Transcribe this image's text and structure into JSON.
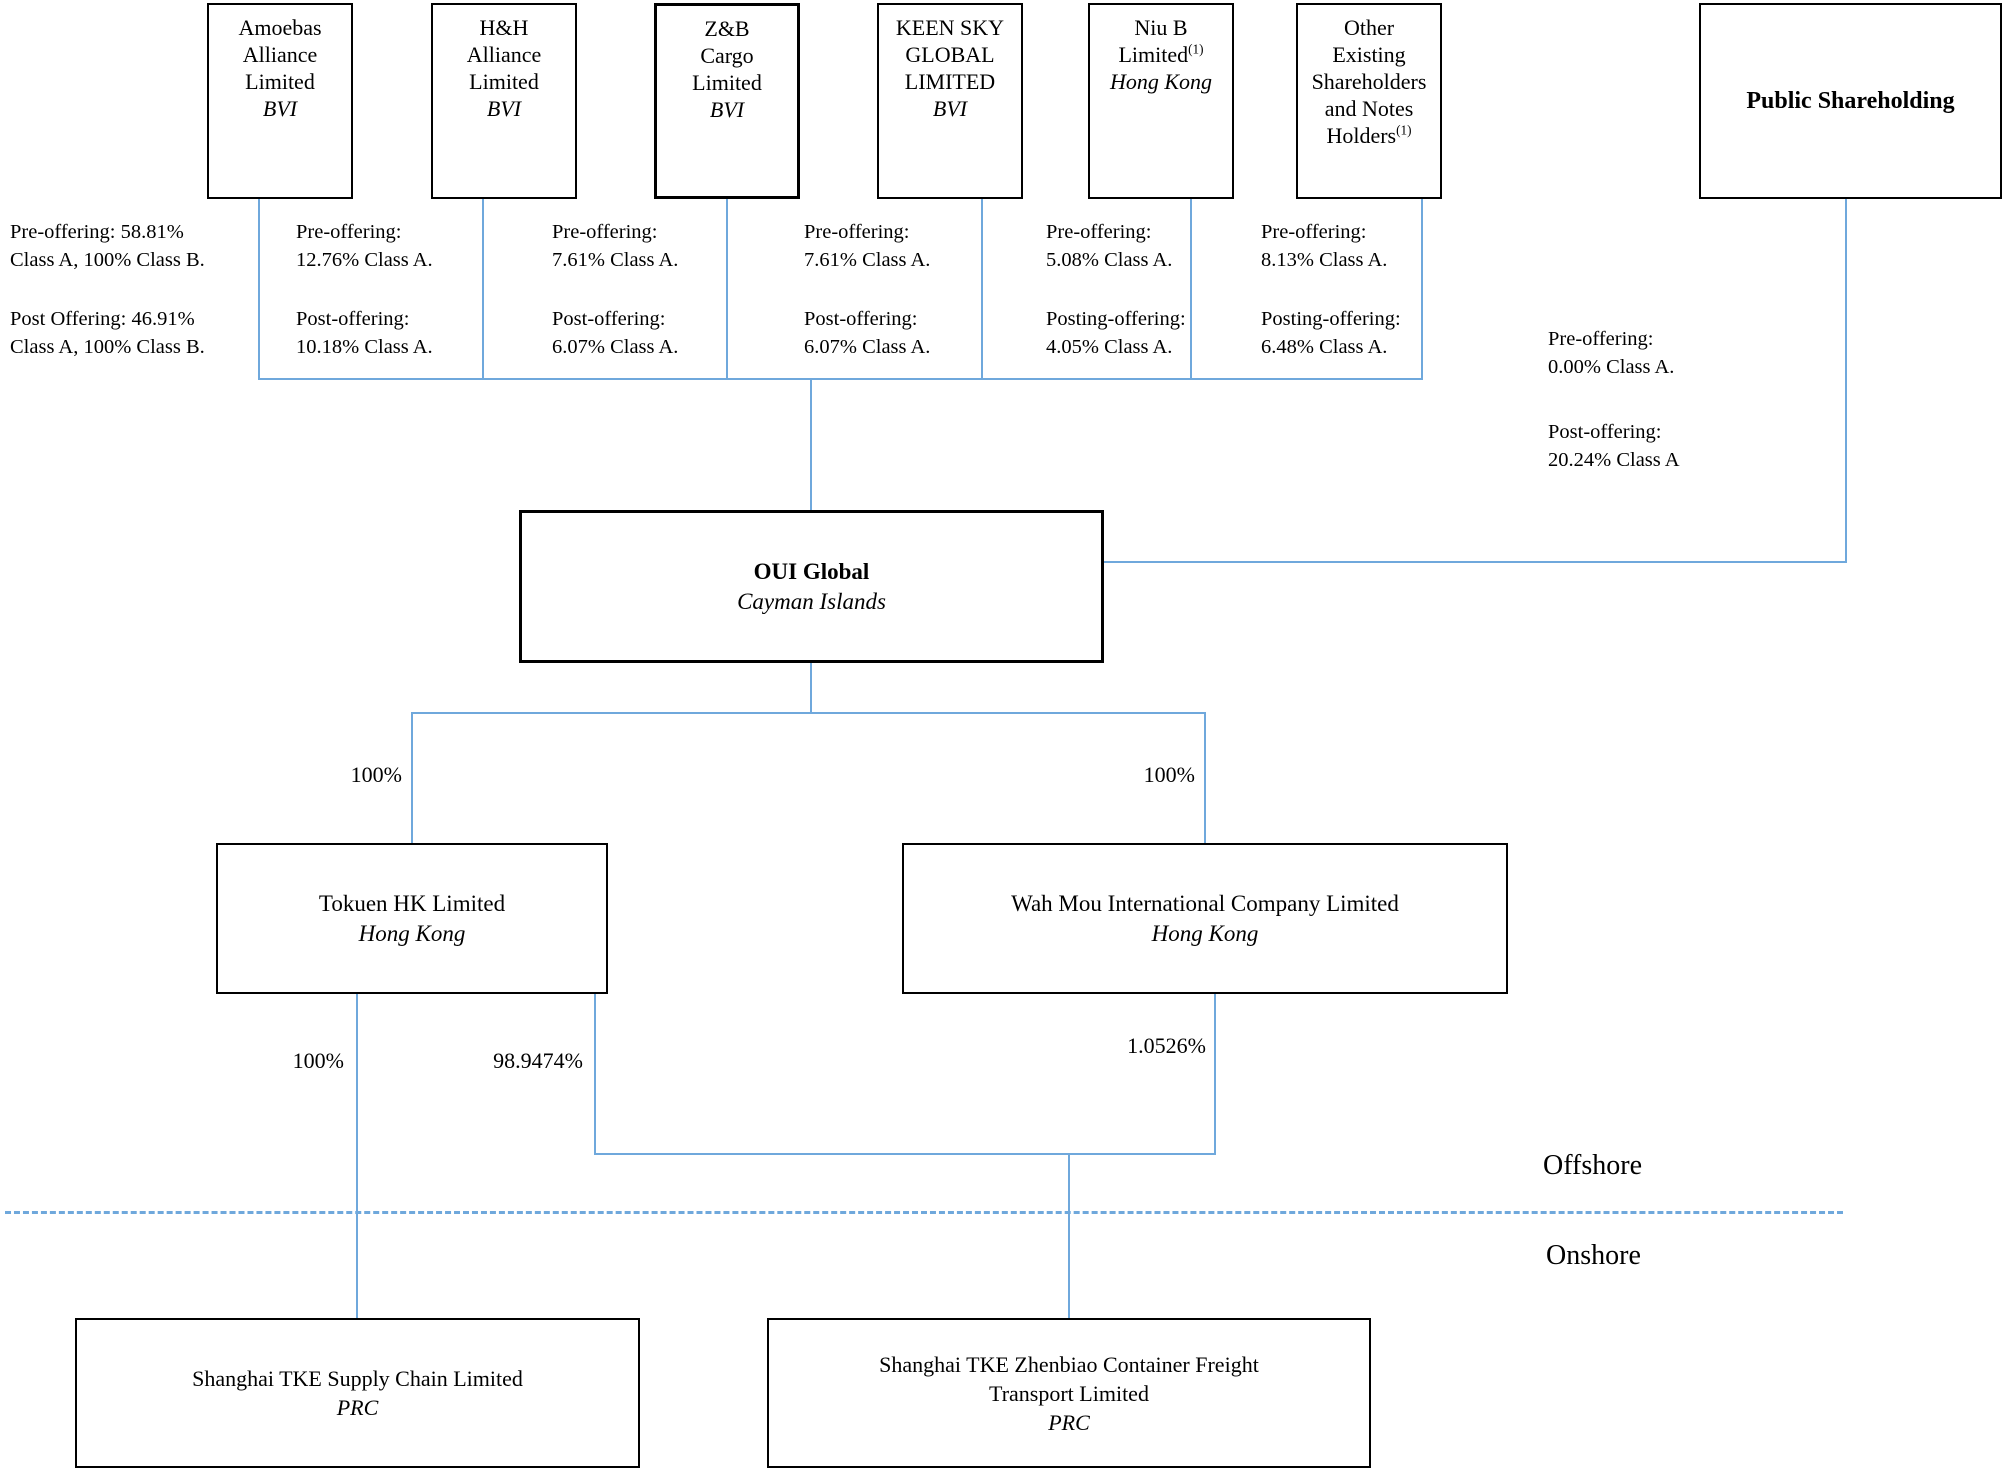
{
  "colors": {
    "line_blue": "#6FA8DC",
    "ink": "#000000",
    "background": "#FFFFFF"
  },
  "shareholders": [
    {
      "name_lines": [
        "Amoebas",
        "Alliance",
        "Limited"
      ],
      "jurisdiction": "BVI",
      "pre": [
        "Pre-offering: 58.81%",
        "Class A, 100% Class B."
      ],
      "post": [
        "Post Offering: 46.91%",
        "Class A, 100% Class B."
      ]
    },
    {
      "name_lines": [
        "H&H",
        "Alliance",
        "Limited"
      ],
      "jurisdiction": "BVI",
      "pre": [
        "Pre-offering:",
        "12.76% Class A."
      ],
      "post": [
        "Post-offering:",
        "10.18% Class A."
      ]
    },
    {
      "name_lines": [
        "Z&B",
        "Cargo",
        "Limited"
      ],
      "jurisdiction": "BVI",
      "pre": [
        "Pre-offering:",
        "7.61% Class A."
      ],
      "post": [
        "Post-offering:",
        "6.07% Class A."
      ]
    },
    {
      "name_lines": [
        "KEEN SKY",
        "GLOBAL",
        "LIMITED"
      ],
      "jurisdiction": "BVI",
      "pre": [
        "Pre-offering:",
        "7.61% Class A."
      ],
      "post": [
        "Post-offering:",
        "6.07% Class A."
      ]
    },
    {
      "name_lines": [
        "Niu B",
        "Limited"
      ],
      "sup": "(1)",
      "jurisdiction": "Hong Kong",
      "pre": [
        "Pre-offering:",
        "5.08% Class A."
      ],
      "post": [
        "Posting-offering:",
        "4.05% Class A."
      ]
    },
    {
      "name_lines": [
        "Other",
        "Existing",
        "Shareholders",
        "and Notes",
        "Holders"
      ],
      "sup": "(1)",
      "pre": [
        "Pre-offering:",
        "8.13% Class A."
      ],
      "post": [
        "Posting-offering:",
        "6.48% Class A."
      ]
    }
  ],
  "public": {
    "name": "Public Shareholding",
    "pre": [
      "Pre-offering:",
      "0.00% Class A."
    ],
    "post": [
      "Post-offering:",
      "20.24% Class A"
    ]
  },
  "oui": {
    "name": "OUI Global",
    "jurisdiction": "Cayman Islands"
  },
  "tokuen": {
    "name": "Tokuen HK Limited",
    "jurisdiction": "Hong Kong"
  },
  "wahmou": {
    "name": "Wah Mou International Company Limited",
    "jurisdiction": "Hong Kong"
  },
  "supply": {
    "name": "Shanghai TKE Supply Chain Limited",
    "jurisdiction": "PRC"
  },
  "zhenbiao": {
    "name_lines": [
      "Shanghai TKE Zhenbiao Container Freight",
      "Transport Limited"
    ],
    "jurisdiction": "PRC"
  },
  "ownership": {
    "oui_tokuen": "100%",
    "oui_wahmou": "100%",
    "tokuen_supply": "100%",
    "tokuen_zhenbiao": "98.9474%",
    "wahmou_zhenbiao": "1.0526%"
  },
  "divider": {
    "above": "Offshore",
    "below": "Onshore"
  }
}
